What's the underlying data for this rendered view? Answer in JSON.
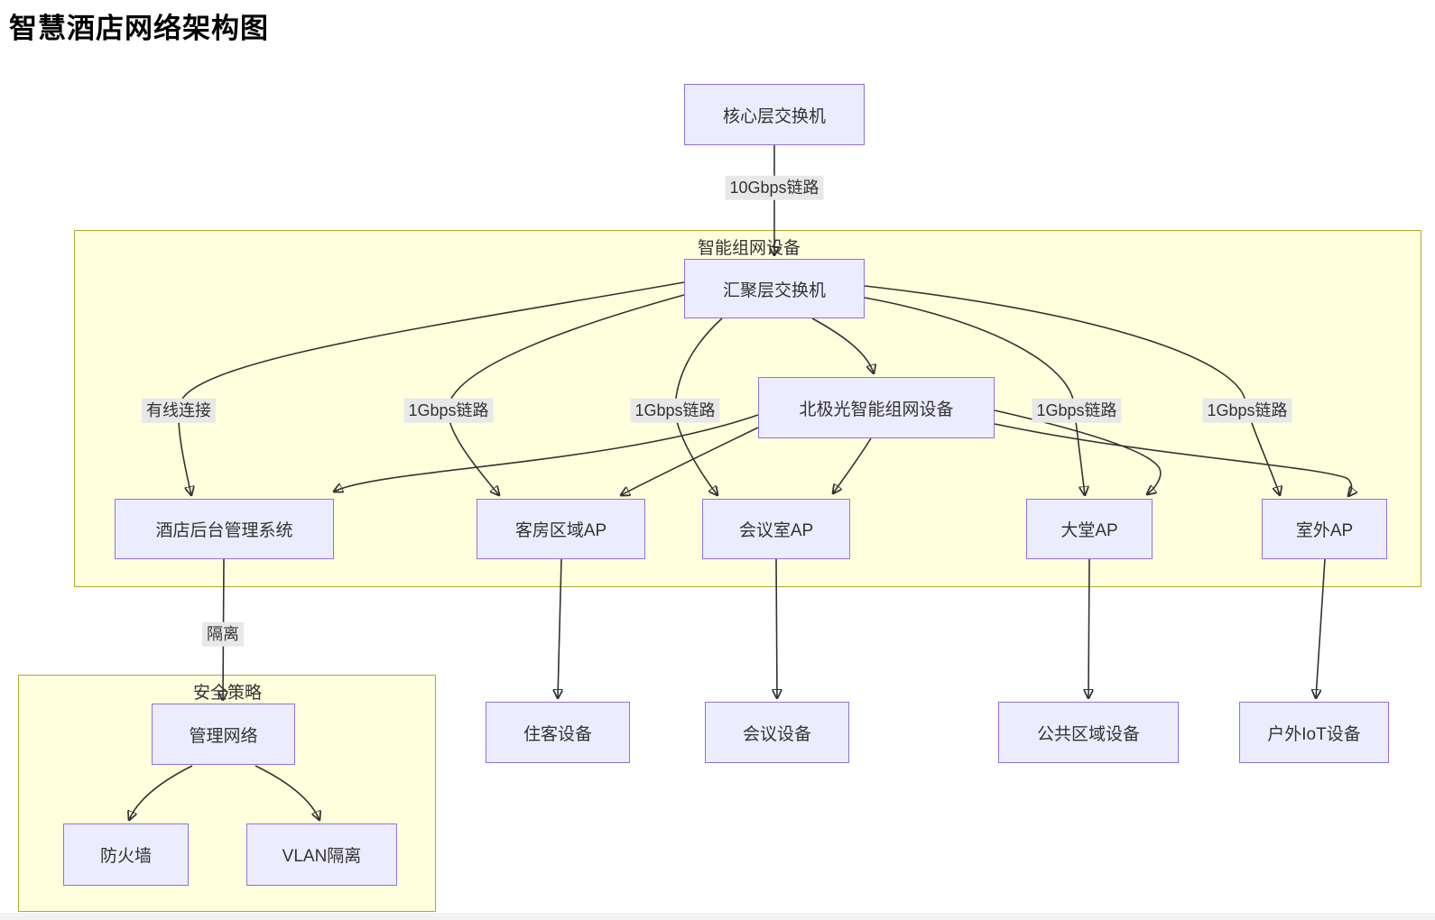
{
  "title": "智慧酒店网络架构图",
  "clusters": {
    "smart_network": "智能组网设备",
    "security": "安全策略"
  },
  "nodes": {
    "core_switch": "核心层交换机",
    "agg_switch": "汇聚层交换机",
    "aurora_device": "北极光智能组网设备",
    "hotel_mgmt": "酒店后台管理系统",
    "room_ap": "客房区域AP",
    "meeting_ap": "会议室AP",
    "lobby_ap": "大堂AP",
    "outdoor_ap": "室外AP",
    "guest_devices": "住客设备",
    "meeting_devices": "会议设备",
    "public_devices": "公共区域设备",
    "outdoor_iot": "户外IoT设备",
    "mgmt_network": "管理网络",
    "firewall": "防火墙",
    "vlan_isolation": "VLAN隔离"
  },
  "edge_labels": {
    "core_to_agg": "10Gbps链路",
    "agg_to_hotel_mgmt": "有线连接",
    "agg_to_room_ap": "1Gbps链路",
    "agg_to_meeting_ap": "1Gbps链路",
    "agg_to_lobby_ap": "1Gbps链路",
    "agg_to_outdoor_ap": "1Gbps链路",
    "hotel_mgmt_to_mgmt_network": "隔离"
  },
  "edges": [
    {
      "from": "核心层交换机",
      "to": "汇聚层交换机",
      "label": "10Gbps链路"
    },
    {
      "from": "汇聚层交换机",
      "to": "酒店后台管理系统",
      "label": "有线连接"
    },
    {
      "from": "汇聚层交换机",
      "to": "客房区域AP",
      "label": "1Gbps链路"
    },
    {
      "from": "汇聚层交换机",
      "to": "会议室AP",
      "label": "1Gbps链路"
    },
    {
      "from": "汇聚层交换机",
      "to": "北极光智能组网设备",
      "label": ""
    },
    {
      "from": "汇聚层交换机",
      "to": "大堂AP",
      "label": "1Gbps链路"
    },
    {
      "from": "汇聚层交换机",
      "to": "室外AP",
      "label": "1Gbps链路"
    },
    {
      "from": "北极光智能组网设备",
      "to": "酒店后台管理系统",
      "label": ""
    },
    {
      "from": "北极光智能组网设备",
      "to": "客房区域AP",
      "label": ""
    },
    {
      "from": "北极光智能组网设备",
      "to": "会议室AP",
      "label": ""
    },
    {
      "from": "北极光智能组网设备",
      "to": "大堂AP",
      "label": ""
    },
    {
      "from": "北极光智能组网设备",
      "to": "室外AP",
      "label": ""
    },
    {
      "from": "客房区域AP",
      "to": "住客设备",
      "label": ""
    },
    {
      "from": "会议室AP",
      "to": "会议设备",
      "label": ""
    },
    {
      "from": "大堂AP",
      "to": "公共区域设备",
      "label": ""
    },
    {
      "from": "室外AP",
      "to": "户外IoT设备",
      "label": ""
    },
    {
      "from": "酒店后台管理系统",
      "to": "管理网络",
      "label": "隔离"
    },
    {
      "from": "管理网络",
      "to": "防火墙",
      "label": ""
    },
    {
      "from": "管理网络",
      "to": "VLAN隔离",
      "label": ""
    }
  ],
  "colors": {
    "node_fill": "#ECECFF",
    "node_border": "#9370DB",
    "cluster_fill": "#ffffde",
    "cluster_border": "#aaaa33",
    "edge_stroke": "#333333",
    "edge_label_bg": "#e8e8e8",
    "text": "#333333"
  }
}
